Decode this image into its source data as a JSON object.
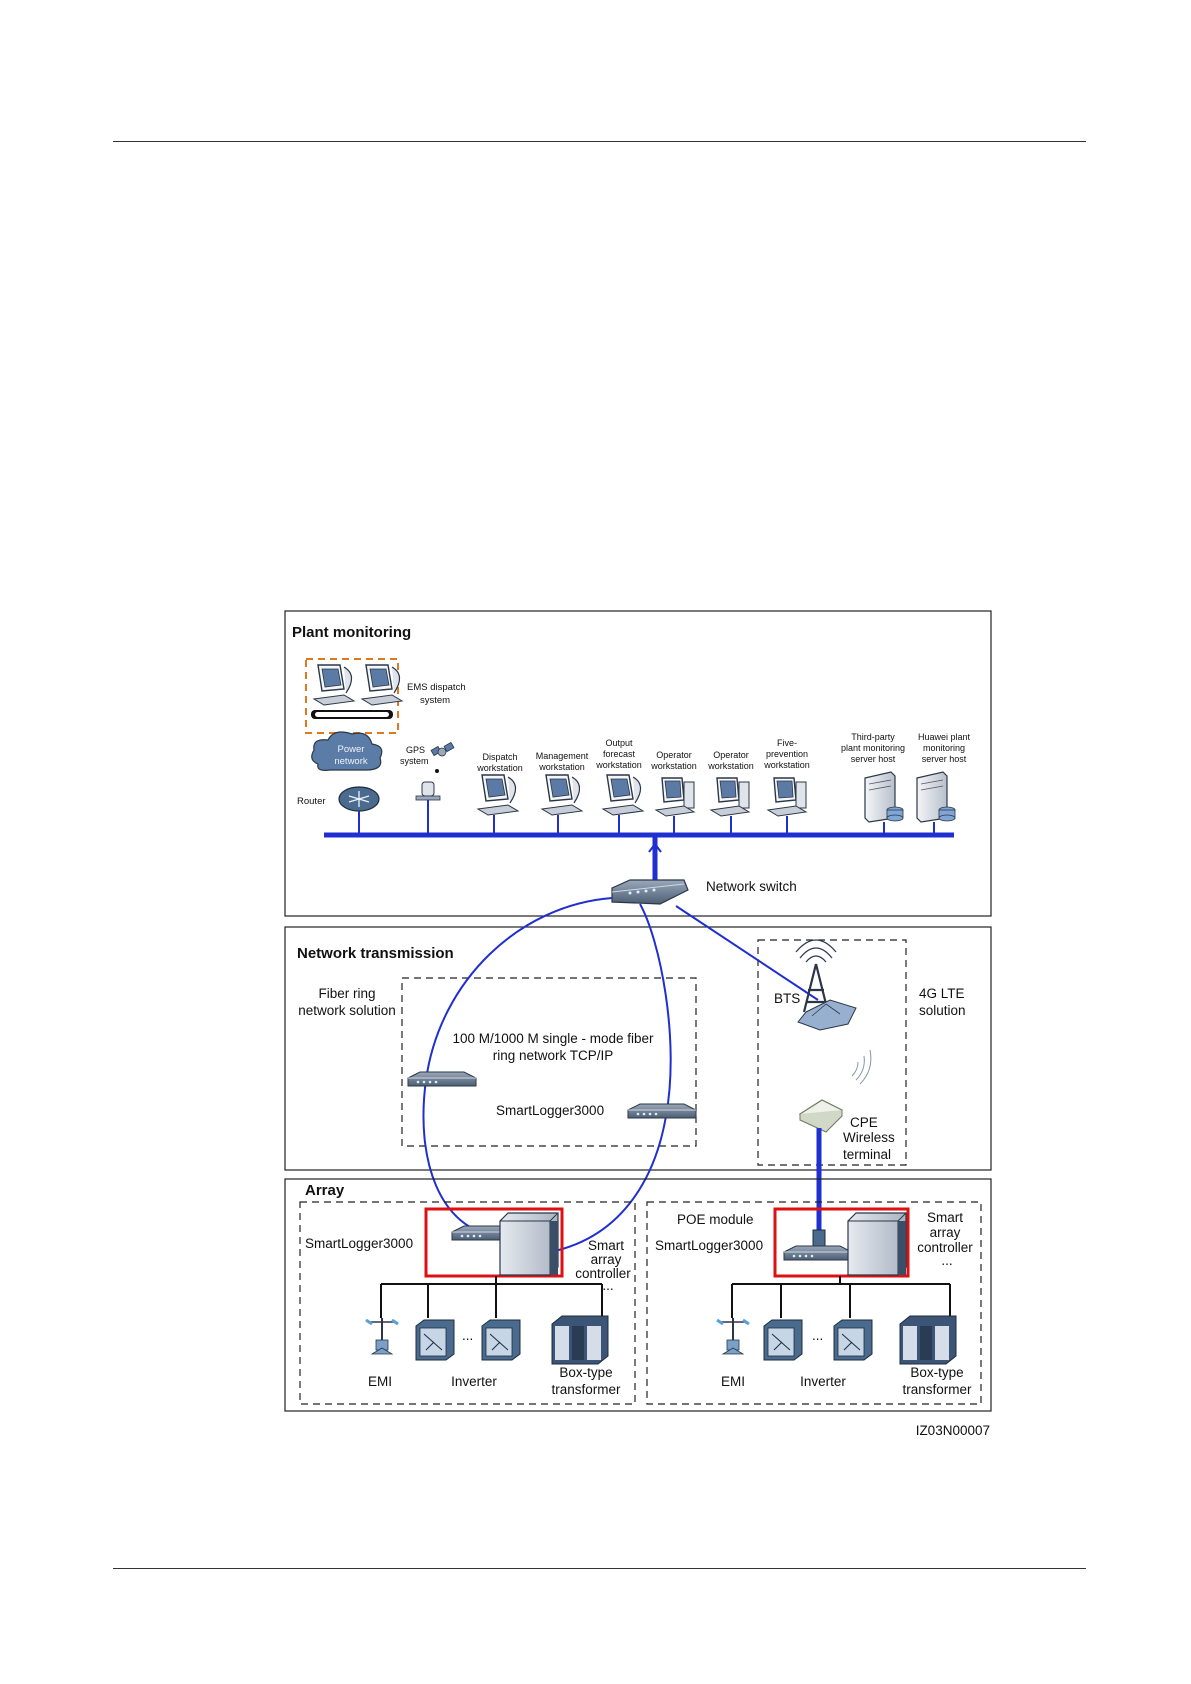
{
  "figure_id": "IZ03N00007",
  "sections": {
    "plant_monitoring": {
      "title": "Plant monitoring",
      "ems_label": [
        "EMS dispatch",
        "system"
      ],
      "power_network": [
        "Power",
        "network"
      ],
      "router": "Router",
      "gps": [
        "GPS",
        "system"
      ],
      "workstations": [
        [
          "Dispatch",
          "workstation"
        ],
        [
          "Management",
          "workstation"
        ],
        [
          "Output",
          "forecast",
          "workstation"
        ],
        [
          "Operator",
          "workstation"
        ],
        [
          "Operator",
          "workstation"
        ],
        [
          "Five-",
          "prevention",
          "workstation"
        ]
      ],
      "servers": [
        [
          "Third-party",
          "plant monitoring",
          "server host"
        ],
        [
          "Huawei plant",
          "monitoring",
          "server host"
        ]
      ],
      "network_switch": "Network switch"
    },
    "network_transmission": {
      "title": "Network transmission",
      "fiber_label": [
        "Fiber ring",
        "network solution"
      ],
      "ring_label": [
        "100 M/1000 M single - mode fiber",
        "ring network TCP/IP"
      ],
      "smartlogger": "SmartLogger3000",
      "bts": "BTS",
      "lte_label": [
        "4G LTE",
        "solution"
      ],
      "cpe_label": [
        "CPE",
        "Wireless",
        "terminal"
      ]
    },
    "array": {
      "title": "Array",
      "left": {
        "smartlogger": "SmartLogger3000",
        "controller": [
          "Smart",
          "array",
          "controller",
          "..."
        ],
        "devices": [
          "EMI",
          "Inverter",
          "Box-type",
          "transformer"
        ],
        "ellipsis": "..."
      },
      "right": {
        "poe": "POE module",
        "smartlogger": "SmartLogger3000",
        "controller": [
          "Smart",
          "array",
          "controller",
          "..."
        ],
        "devices": [
          "EMI",
          "Inverter",
          "Box-type",
          "transformer"
        ],
        "ellipsis": "..."
      }
    }
  },
  "colors": {
    "bus": "#1f2fd0",
    "ems_box": "#e07820",
    "controller_box": "#dd1111",
    "frame": "#222222",
    "device_blue": "#3b5a7e"
  }
}
